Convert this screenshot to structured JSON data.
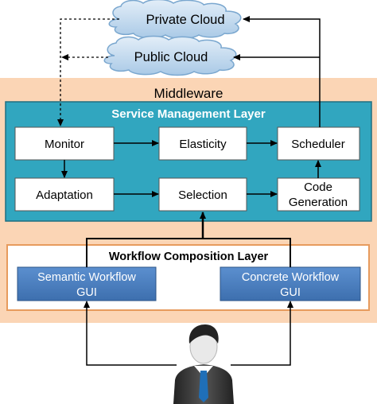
{
  "clouds": {
    "private": "Private Cloud",
    "public": "Public Cloud"
  },
  "middleware": {
    "title": "Middleware",
    "service_layer": {
      "title": "Service Management Layer",
      "boxes": {
        "monitor": "Monitor",
        "elasticity": "Elasticity",
        "scheduler": "Scheduler",
        "adaptation": "Adaptation",
        "selection": "Selection",
        "code_generation_line1": "Code",
        "code_generation_line2": "Generation"
      }
    },
    "workflow_layer": {
      "title": "Workflow Composition Layer",
      "semantic_gui_line1": "Semantic Workflow",
      "semantic_gui_line2": "GUI",
      "concrete_gui_line1": "Concrete Workflow",
      "concrete_gui_line2": "GUI"
    }
  },
  "user": {
    "icon": "user-icon"
  },
  "colors": {
    "middleware_bg": "#fbd5b5",
    "service_layer_bg": "#31a6bf",
    "box_fill": "#ffffff",
    "gui_fill": "#4f81bd",
    "cloud_fill": "#c6ddf0",
    "cloud_stroke": "#7aa7cf"
  }
}
